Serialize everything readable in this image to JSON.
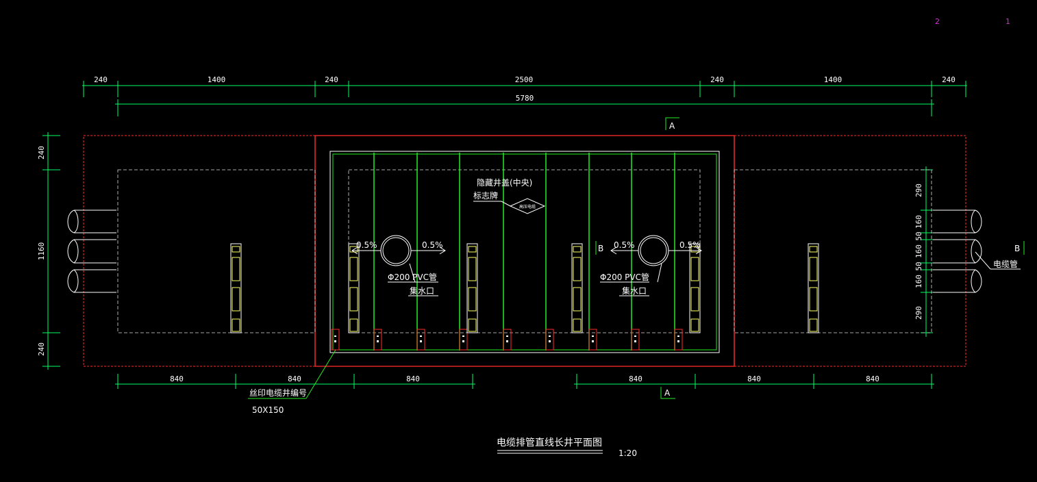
{
  "viewport_markers": {
    "left": "2",
    "right": "1"
  },
  "colors": {
    "background": "#000000",
    "dimension": "#00ff66",
    "wall": "#ff2a2a",
    "pipe": "#22ee22",
    "bracket": "#ffff66",
    "text": "#ffffff",
    "marker": "#cc33cc"
  },
  "dimensions": {
    "top": [
      "240",
      "1400",
      "240",
      "2500",
      "240",
      "1400",
      "240"
    ],
    "total": "5780",
    "left": [
      "240",
      "1160",
      "240"
    ],
    "right": [
      "290",
      "160",
      "50",
      "160",
      "50",
      "160",
      "290"
    ],
    "bottom_left": [
      "840",
      "840",
      "840"
    ],
    "bottom_right": [
      "840",
      "840",
      "840"
    ]
  },
  "section_markers": {
    "a": "A",
    "b": "B"
  },
  "labels": {
    "cover_title": "隐藏井盖(中央)",
    "sign_label": "标志牌",
    "sign_text": "高压电缆",
    "slope": "0.5%",
    "pvc_pipe": "Φ200 PVC管",
    "sump": "集水口",
    "cable_pipe": "电缆管",
    "number_plate": "丝印电缆井编号",
    "number_plate_size": "50X150"
  },
  "title": {
    "text": "电缆排管直线长井平面图",
    "scale": "1:20"
  }
}
